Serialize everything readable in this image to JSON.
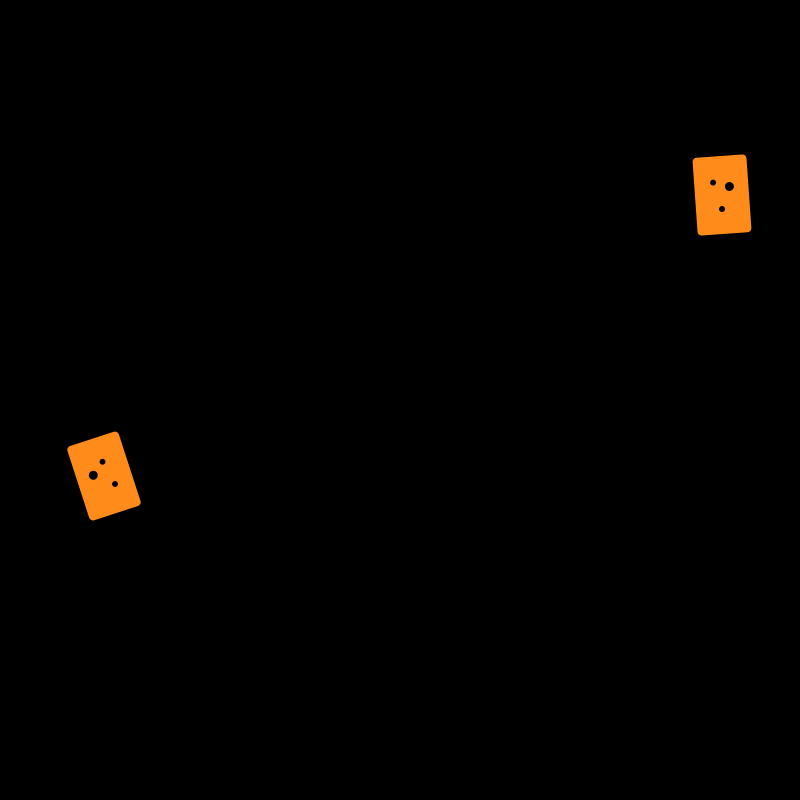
{
  "background_color": "#000000",
  "objects": [
    {
      "name": "orange-tile-top-right",
      "color": "#FF8C1A",
      "dot_color": "#000000",
      "dots": 3
    },
    {
      "name": "orange-tile-left",
      "color": "#FF8C1A",
      "dot_color": "#000000",
      "dots": 3
    }
  ]
}
